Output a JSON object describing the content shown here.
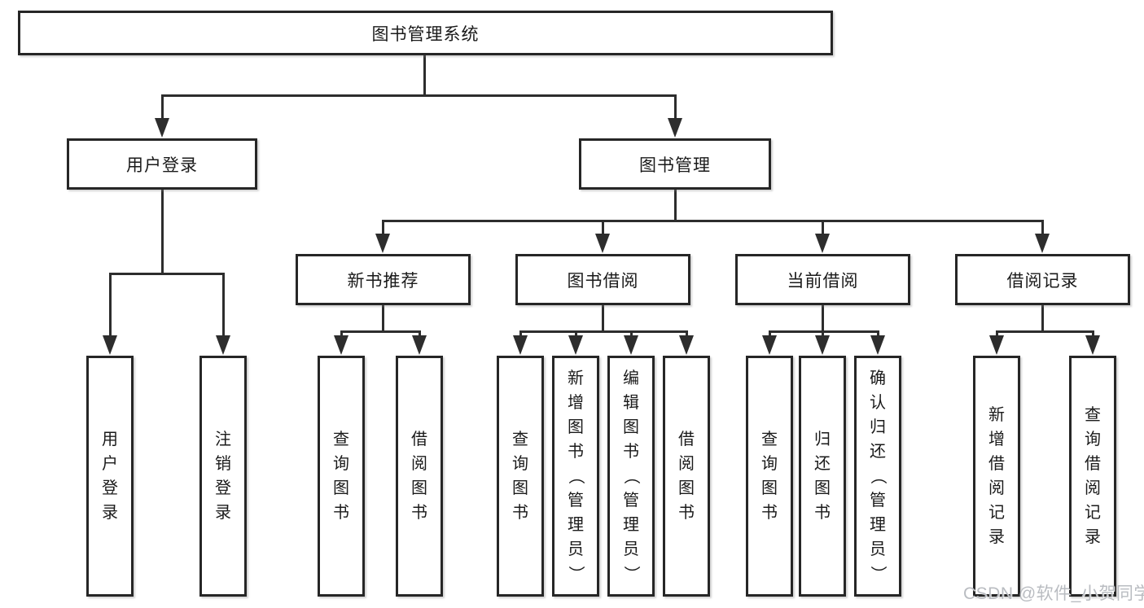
{
  "diagram": {
    "root": {
      "label": "图书管理系统"
    },
    "branches": [
      {
        "label": "用户登录",
        "children": [
          {
            "label": "用户登录"
          },
          {
            "label": "注销登录"
          }
        ]
      },
      {
        "label": "图书管理",
        "children": [
          {
            "label": "新书推荐",
            "children": [
              {
                "label": "查询图书"
              },
              {
                "label": "借阅图书"
              }
            ]
          },
          {
            "label": "图书借阅",
            "children": [
              {
                "label": "查询图书"
              },
              {
                "label": "新增图书（管理员）"
              },
              {
                "label": "编辑图书（管理员）"
              },
              {
                "label": "借阅图书"
              }
            ]
          },
          {
            "label": "当前借阅",
            "children": [
              {
                "label": "查询图书"
              },
              {
                "label": "归还图书"
              },
              {
                "label": "确认归还（管理员）"
              }
            ]
          },
          {
            "label": "借阅记录",
            "children": [
              {
                "label": "新增借阅记录"
              },
              {
                "label": "查询借阅记录"
              }
            ]
          }
        ]
      }
    ]
  },
  "watermark": {
    "text": "CSDN @软件_小贺同学"
  },
  "colors": {
    "line": "#2d2d2d",
    "box_border": "#262626",
    "text": "#1a1a1a",
    "watermark": "#b9bcc1",
    "background": "#ffffff"
  }
}
